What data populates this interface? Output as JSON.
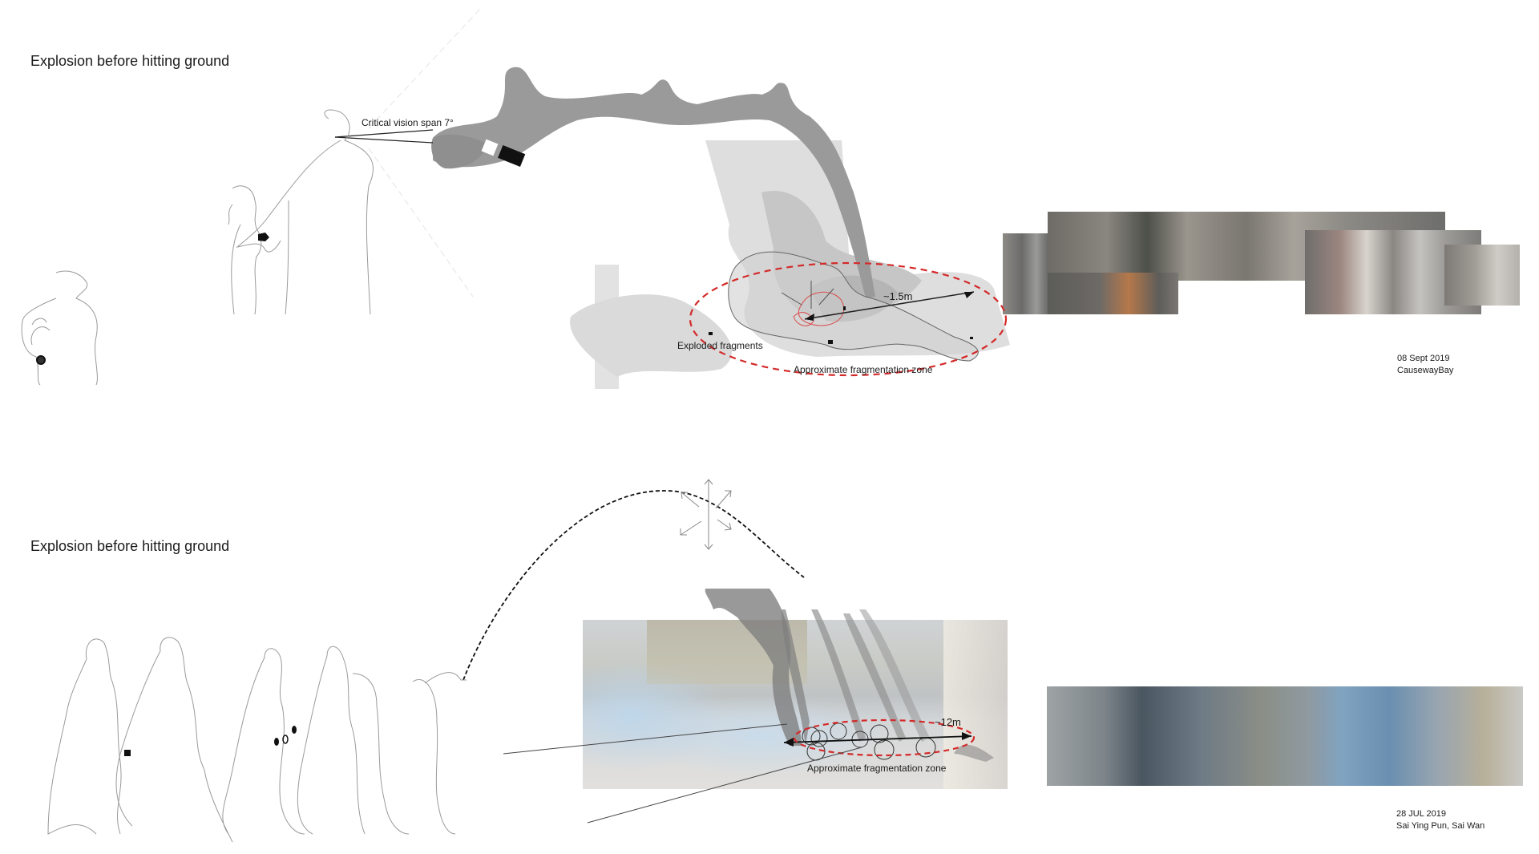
{
  "panels": [
    {
      "title": "Explosion before hitting ground",
      "annotations": {
        "vision": "Critical vision span 7°",
        "distance": "~1.5m",
        "fragments": "Exploded fragments",
        "zone": "Approximate fragmentation zone"
      },
      "caption": {
        "date": "08 Sept 2019",
        "location": "CausewayBay"
      }
    },
    {
      "title": "Explosion before hitting ground",
      "annotations": {
        "distance": "~12m",
        "zone": "Approximate fragmentation zone"
      },
      "caption": {
        "date": "28 JUL 2019",
        "location": "Sai Ying Pun, Sai Wan"
      }
    }
  ],
  "colors": {
    "zone_dash": "#d42a2a",
    "smoke_dark": "#8f8f8f",
    "smoke_light": "#d6d6d6",
    "figure_stroke": "#9a9a9a"
  }
}
